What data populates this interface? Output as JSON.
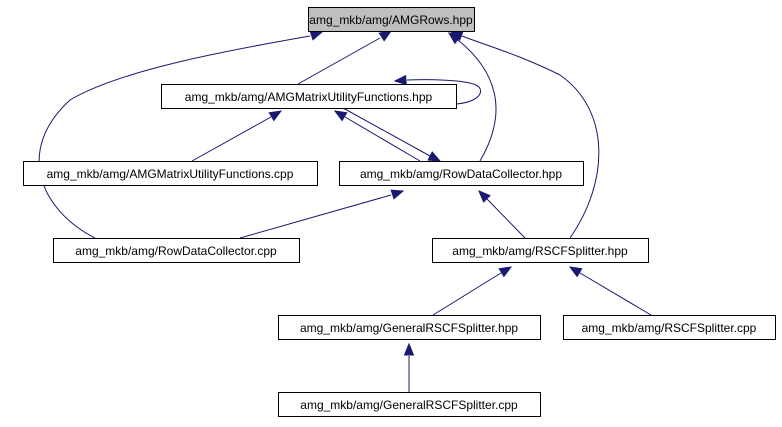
{
  "graph": {
    "type": "include-dependency-graph",
    "colors": {
      "edge": "#191970",
      "root_fill": "#bfbfbf",
      "node_fill": "#ffffff",
      "node_border": "#000000"
    },
    "nodes": [
      {
        "id": "amgrows_hpp",
        "label": "amg_mkb/amg/AMGRows.hpp",
        "root": true
      },
      {
        "id": "amgmuf_hpp",
        "label": "amg_mkb/amg/AMGMatrixUtilityFunctions.hpp"
      },
      {
        "id": "amgmuf_cpp",
        "label": "amg_mkb/amg/AMGMatrixUtilityFunctions.cpp"
      },
      {
        "id": "rdc_hpp",
        "label": "amg_mkb/amg/RowDataCollector.hpp"
      },
      {
        "id": "rdc_cpp",
        "label": "amg_mkb/amg/RowDataCollector.cpp"
      },
      {
        "id": "rscf_hpp",
        "label": "amg_mkb/amg/RSCFSplitter.hpp"
      },
      {
        "id": "grscf_hpp",
        "label": "amg_mkb/amg/GeneralRSCFSplitter.hpp"
      },
      {
        "id": "rscf_cpp",
        "label": "amg_mkb/amg/RSCFSplitter.cpp"
      },
      {
        "id": "grscf_cpp",
        "label": "amg_mkb/amg/GeneralRSCFSplitter.cpp"
      }
    ],
    "edges": [
      {
        "from": "amgmuf_hpp",
        "to": "amgrows_hpp"
      },
      {
        "from": "rdc_cpp",
        "to": "amgrows_hpp"
      },
      {
        "from": "rdc_hpp",
        "to": "amgrows_hpp"
      },
      {
        "from": "rscf_hpp",
        "to": "amgrows_hpp"
      },
      {
        "from": "amgmuf_hpp",
        "to": "amgmuf_hpp"
      },
      {
        "from": "amgmuf_cpp",
        "to": "amgmuf_hpp"
      },
      {
        "from": "rdc_hpp",
        "to": "amgmuf_hpp"
      },
      {
        "from": "amgmuf_hpp",
        "to": "rdc_hpp"
      },
      {
        "from": "rdc_cpp",
        "to": "rdc_hpp"
      },
      {
        "from": "rscf_hpp",
        "to": "rdc_hpp"
      },
      {
        "from": "grscf_hpp",
        "to": "rscf_hpp"
      },
      {
        "from": "rscf_cpp",
        "to": "rscf_hpp"
      },
      {
        "from": "grscf_cpp",
        "to": "grscf_hpp"
      }
    ]
  }
}
